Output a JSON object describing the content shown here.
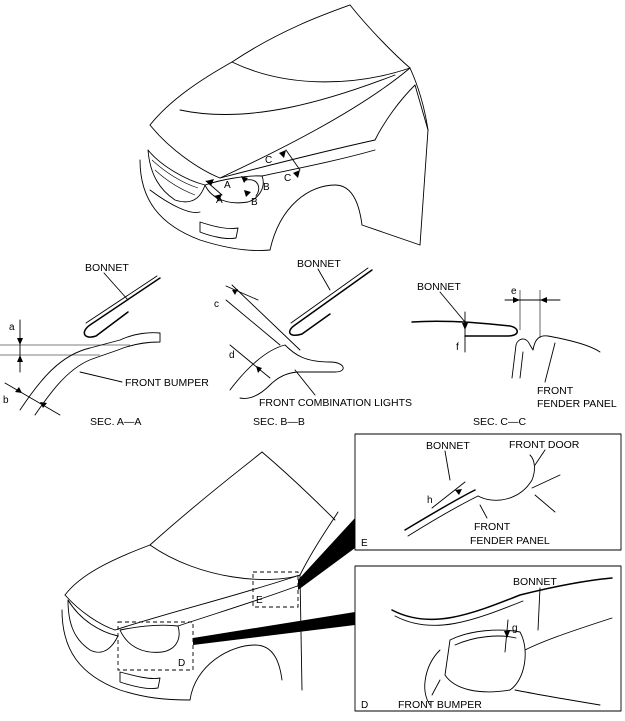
{
  "overview_labels": {
    "a1": "A",
    "a2": "A",
    "b1": "B",
    "b2": "B",
    "c1": "C",
    "c2": "C"
  },
  "sec_aa": {
    "bonnet": "BONNET",
    "front_bumper": "FRONT BUMPER",
    "dim_a": "a",
    "dim_b": "b",
    "caption": "SEC. A—A"
  },
  "sec_bb": {
    "bonnet": "BONNET",
    "front_combination_lights": "FRONT COMBINATION LIGHTS",
    "dim_c": "c",
    "dim_d": "d",
    "caption": "SEC. B—B"
  },
  "sec_cc": {
    "bonnet": "BONNET",
    "dim_e": "e",
    "dim_f": "f",
    "front_fender_panel_l1": "FRONT",
    "front_fender_panel_l2": "FENDER PANEL",
    "caption": "SEC. C—C"
  },
  "detail_e": {
    "bonnet": "BONNET",
    "front_door": "FRONT DOOR",
    "dim_h": "h",
    "front_fender_panel_l1": "FRONT",
    "front_fender_panel_l2": "FENDER PANEL",
    "key": "E"
  },
  "detail_d": {
    "bonnet": "BONNET",
    "dim_g": "g",
    "front_bumper": "FRONT BUMPER",
    "key": "D"
  },
  "lower_car_labels": {
    "e": "E",
    "d": "D"
  },
  "colors": {
    "line": "#000000",
    "background": "#ffffff"
  }
}
